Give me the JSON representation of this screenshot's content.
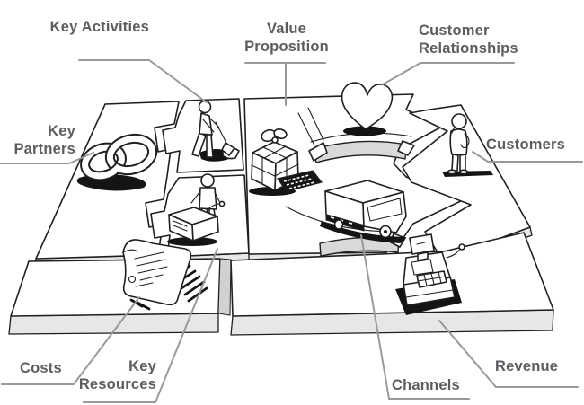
{
  "labels": {
    "key_partners": "Key Partners",
    "key_activities": "Key Activities",
    "key_resources": "Key Resources",
    "value_proposition": "Value Proposition",
    "customer_relationships": "Customer Relationships",
    "customers": "Customers",
    "channels": "Channels",
    "costs": "Costs",
    "revenue": "Revenue"
  },
  "icons": {
    "key_partners": "interlocked-rings-icon",
    "key_activities": "digging-person-icon",
    "key_resources": "worker-with-machine-icon",
    "value_proposition": "gift-box-icon",
    "customer_relationships": "heart-icon",
    "channels": "delivery-truck-icon",
    "customers": "standing-person-icon",
    "costs": "receipt-icon",
    "revenue": "cash-register-icon"
  },
  "colors": {
    "label_text": "#5b5d60",
    "leader_line": "#97999b",
    "sketch_outline": "#1f1f1f",
    "slab_side": "#e6e7e8",
    "platform_band": "#d8d9da",
    "shadow": "#141414",
    "background": "#ffffff"
  }
}
